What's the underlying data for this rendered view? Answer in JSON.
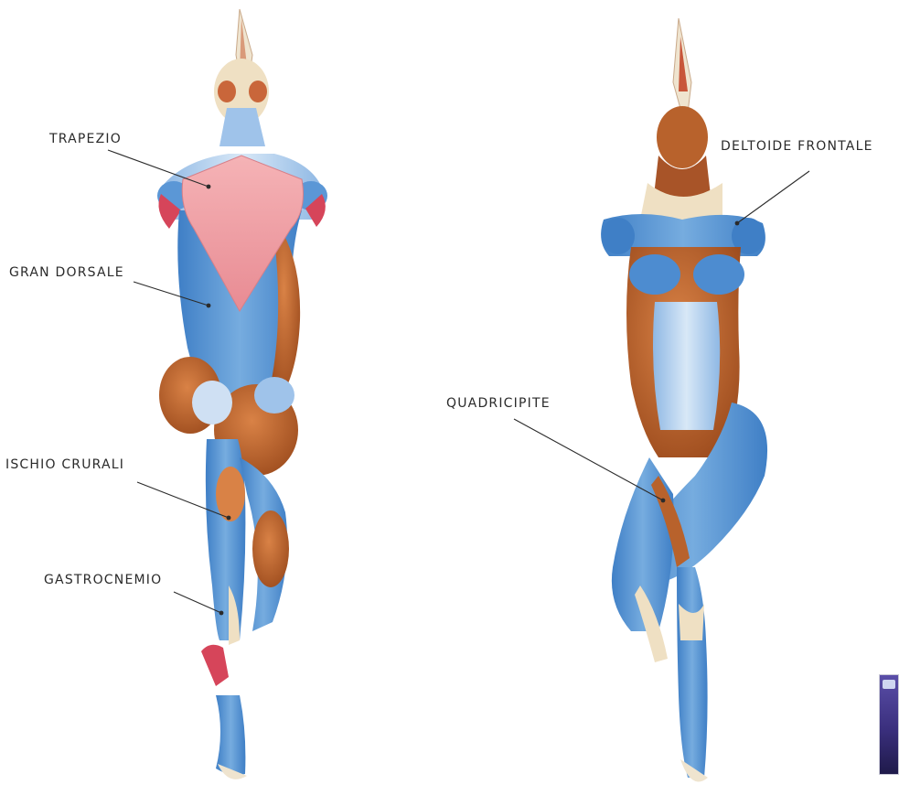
{
  "labels": {
    "trapezio": "TRAPEZIO",
    "gran_dorsale": "GRAN DORSALE",
    "ischio_crurali": "ISCHIO CRURALI",
    "gastrocnemio": "GASTROCNEMIO",
    "quadricipite": "QUADRICIPITE",
    "deltoide_frontale": "DELTOIDE FRONTALE"
  },
  "colors": {
    "muscle_blue": "#5b97d6",
    "muscle_light_blue": "#a9c9ea",
    "muscle_brown": "#b8622c",
    "muscle_pink": "#f0a6ab",
    "muscle_red": "#d6455a",
    "bone": "#efe4cf",
    "leader": "#2b2b2b"
  }
}
